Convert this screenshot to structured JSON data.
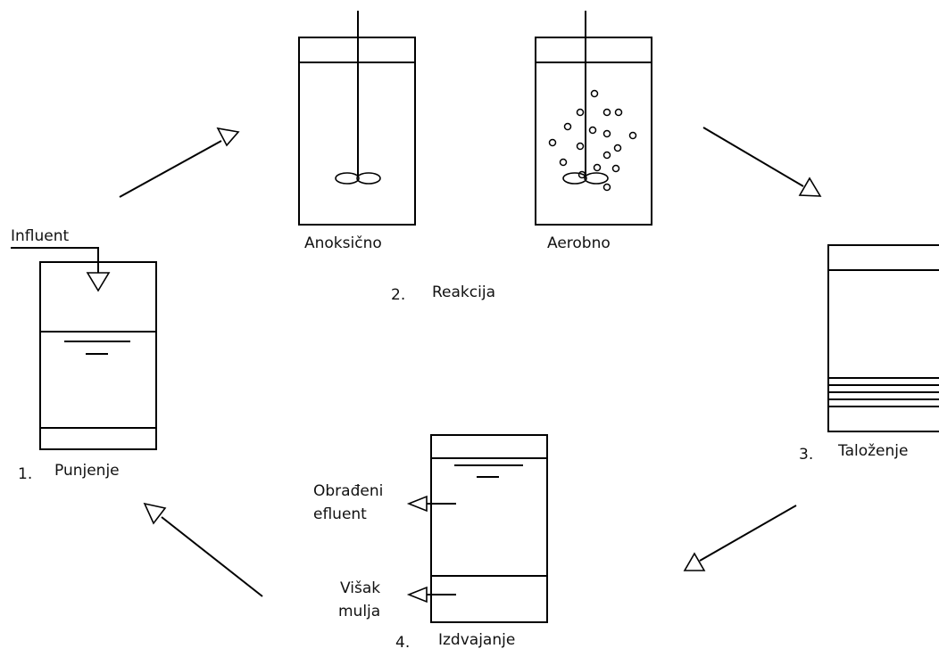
{
  "labels": {
    "influent": "Influent",
    "anoxic": "Anoksično",
    "aerobic": "Aerobno",
    "obradeni": "Obrađeni",
    "efluent": "efluent",
    "visak": "Višak",
    "mulja": "mulja"
  },
  "stages": [
    {
      "number": "1.",
      "name": "Punjenje"
    },
    {
      "number": "2.",
      "name": "Reakcija"
    },
    {
      "number": "3.",
      "name": "Taloženje"
    },
    {
      "number": "4.",
      "name": "Izdvajanje"
    }
  ],
  "colors": {
    "stroke": "#000000",
    "background": "#ffffff"
  }
}
